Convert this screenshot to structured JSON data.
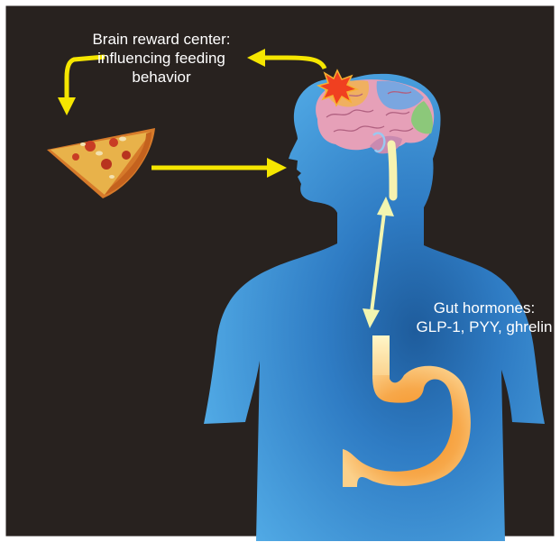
{
  "labels": {
    "brain_reward": [
      "Brain reward center:",
      "influencing feeding",
      "behavior"
    ],
    "gut_hormones": [
      "Gut hormones:",
      "GLP-1, PYY, ghrelin"
    ]
  },
  "colors": {
    "background": "#28221f",
    "frame": "#ffffff",
    "body_light": "#4aa8e8",
    "body_dark": "#1a5fa0",
    "arrow_yellow": "#f5e600",
    "pathway_pale": "#f2f5b0",
    "stomach_orange": "#f7a23a",
    "brain_pink": "#e6a0b8",
    "brain_orange": "#f0b060",
    "brain_blue": "#7aa6e0",
    "brain_green": "#8cc87a",
    "star_red": "#f04020"
  },
  "icons": {
    "food": "pizza-slice-icon",
    "brain": "brain-icon",
    "stomach": "stomach-icon",
    "reward": "starburst-icon"
  }
}
